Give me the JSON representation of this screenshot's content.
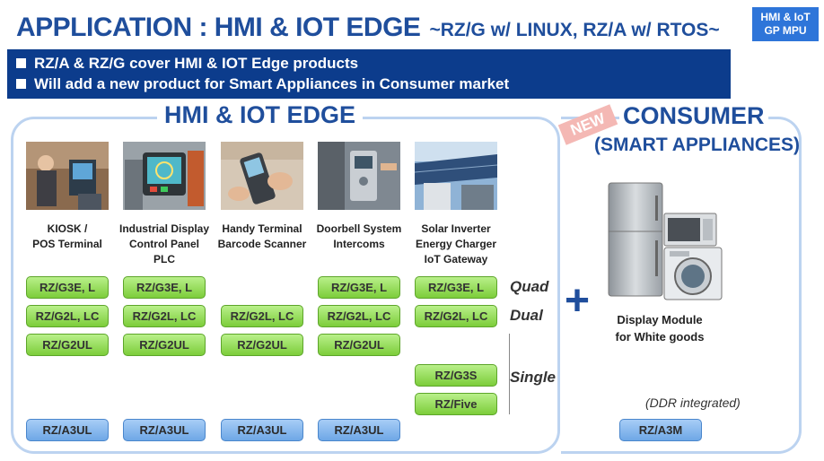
{
  "header": {
    "title": "APPLICATION : HMI & IOT EDGE",
    "subtitle": "~RZ/G w/ LINUX, RZ/A w/ RTOS~",
    "corner_tag": [
      "HMI & IoT",
      "GP MPU"
    ]
  },
  "banner": {
    "lines": [
      "RZ/A & RZ/G cover HMI & IOT Edge products",
      "Will add a new product for Smart Appliances in Consumer market"
    ]
  },
  "hmi": {
    "title": "HMI & IOT EDGE",
    "categories": [
      {
        "lines": [
          "KIOSK /",
          "POS Terminal"
        ],
        "icon": "kiosk-photo"
      },
      {
        "lines": [
          "Industrial Display",
          "Control Panel",
          "PLC"
        ],
        "icon": "control-panel-photo"
      },
      {
        "lines": [
          "Handy Terminal",
          "Barcode Scanner"
        ],
        "icon": "barcode-scanner-photo"
      },
      {
        "lines": [
          "Doorbell System",
          "Intercoms"
        ],
        "icon": "doorbell-photo"
      },
      {
        "lines": [
          "Solar Inverter",
          "Energy Charger",
          "IoT Gateway"
        ],
        "icon": "solar-inverter-photo"
      }
    ],
    "chips": {
      "g3e": "RZ/G3E, L",
      "g2l": "RZ/G2L, LC",
      "g2ul": "RZ/G2UL",
      "g3s": "RZ/G3S",
      "five": "RZ/Five",
      "a3ul": "RZ/A3UL"
    },
    "tiers": {
      "quad": "Quad",
      "dual": "Dual",
      "single": "Single"
    }
  },
  "consumer": {
    "badge": "NEW",
    "title": "CONSUMER",
    "subtitle": "(SMART APPLIANCES)",
    "plus": "+",
    "display_label": [
      "Display Module",
      "for White goods"
    ],
    "ddr_note": "(DDR integrated)",
    "chip": "RZ/A3M",
    "icon": "white-goods-appliances-image"
  },
  "colors": {
    "title_blue": "#1f4e9c",
    "banner_navy": "#0c3c8c",
    "corner_blue": "#2e75d9",
    "chip_green": "#7ccd3a",
    "chip_blue": "#6ea7e6",
    "frame_blue": "#bcd3f0",
    "new_badge": "#f4b8b4"
  }
}
